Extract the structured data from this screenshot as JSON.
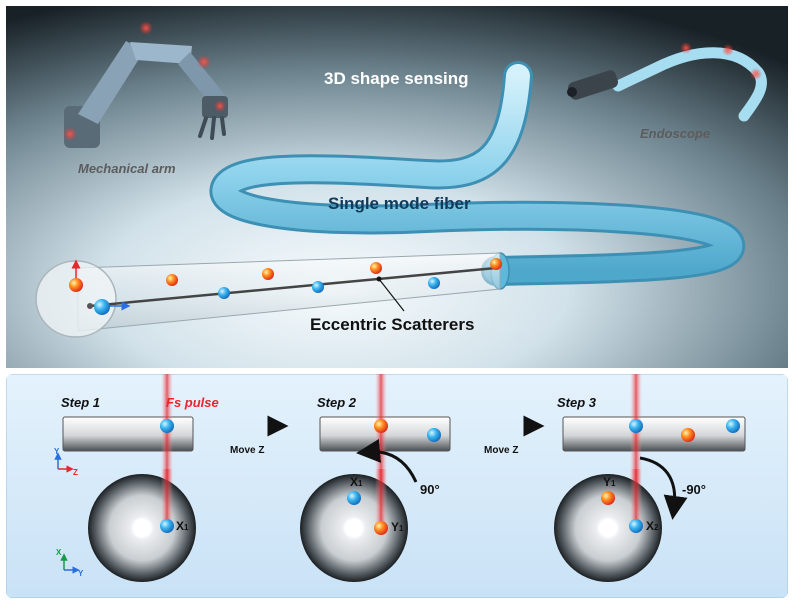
{
  "top_panel": {
    "title": "3D shape sensing",
    "fiber_label": "Single mode fiber",
    "scatterers_label": "Eccentric Scatterers",
    "arm_label": "Mechanical arm",
    "endoscope_label": "Endoscope"
  },
  "bottom_panel": {
    "pulse_label": "Fs pulse",
    "steps": [
      {
        "label": "Step 1",
        "marker": "X",
        "marker_sub": "1"
      },
      {
        "label": "Step 2",
        "marker_a": "X",
        "marker_a_sub": "1",
        "marker_b": "Y",
        "marker_b_sub": "1",
        "rotation": "90°"
      },
      {
        "label": "Step 3",
        "marker_a": "Y",
        "marker_a_sub": "1",
        "marker_b": "X",
        "marker_b_sub": "2",
        "rotation": "-90°"
      }
    ],
    "move_labels": [
      "Move Z",
      "Move Z"
    ],
    "axes_side": {
      "vertical": "Y",
      "horizontal": "Z"
    },
    "axes_cross": {
      "vertical": "X",
      "horizontal": "Y"
    }
  },
  "colors": {
    "pulse": "#e8262e",
    "fiber": "#8fd3ec",
    "red_scatterer": "#f05a1e",
    "blue_scatterer": "#2a8fe0",
    "panel_bottom_bg": "#d8ecfb"
  }
}
